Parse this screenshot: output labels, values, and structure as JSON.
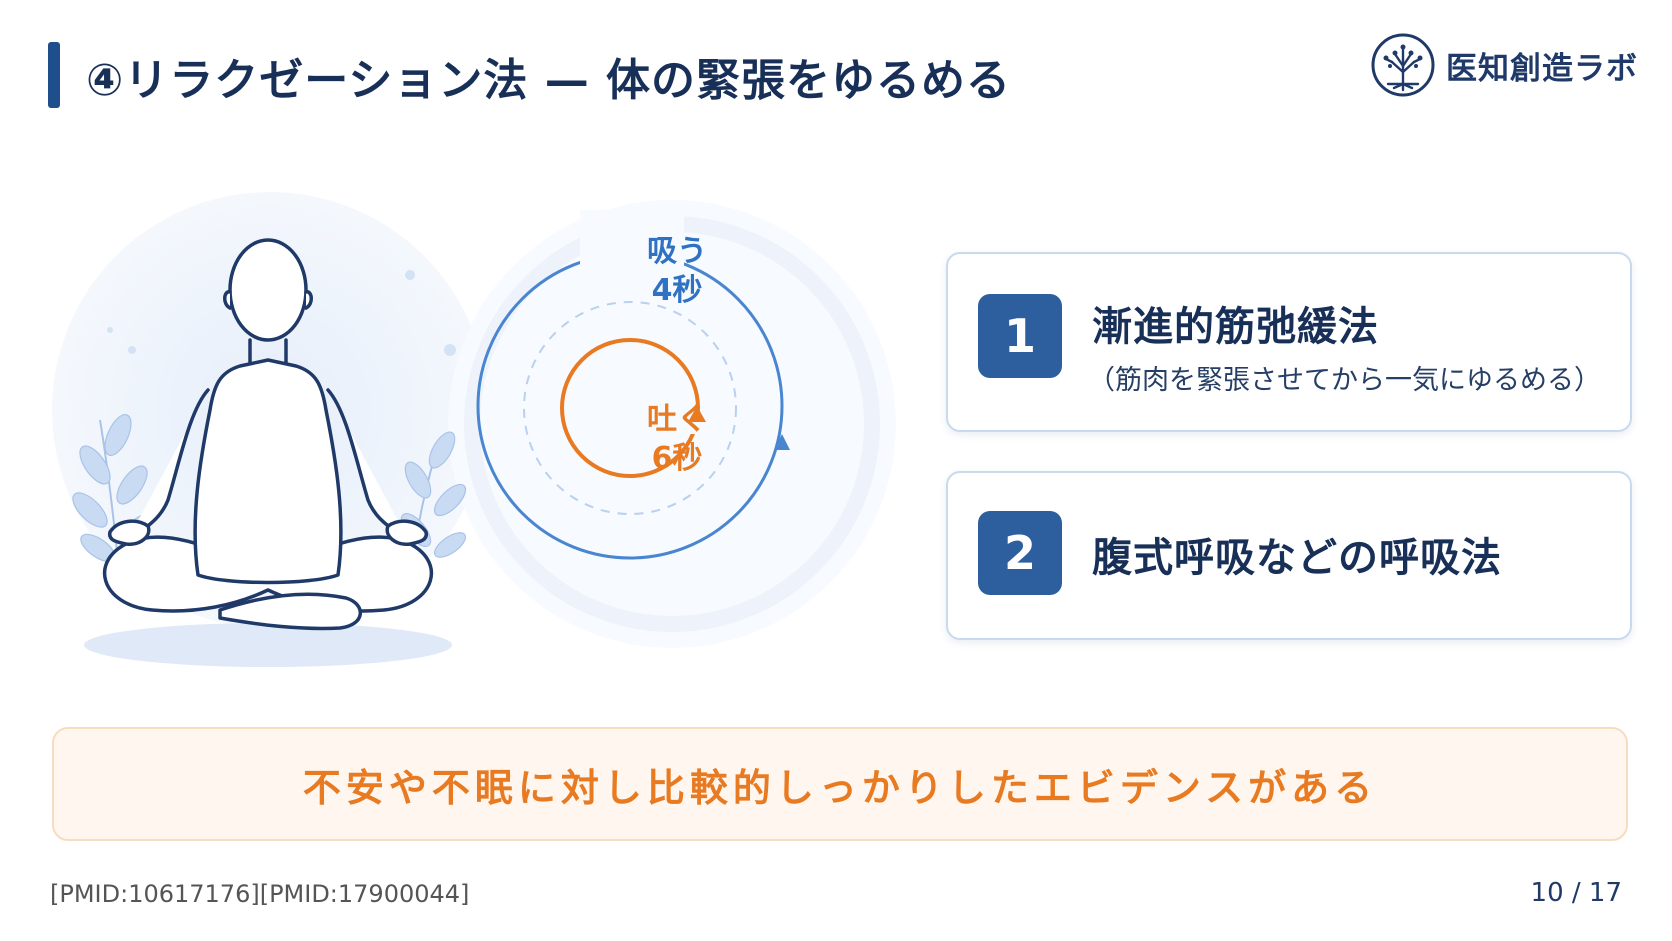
{
  "header": {
    "title": "④リラクゼーション法 — 体の緊張をゆるめる",
    "logo_text": "医知創造ラボ"
  },
  "breathing": {
    "inhale_label": "吸う",
    "inhale_duration": "4秒",
    "exhale_label": "吐く",
    "exhale_duration": "6秒"
  },
  "methods": [
    {
      "number": "1",
      "title": "漸進的筋弛緩法",
      "subtitle": "（筋肉を緊張させてから一気にゆるめる）"
    },
    {
      "number": "2",
      "title": "腹式呼吸などの呼吸法"
    }
  ],
  "evidence": "不安や不眠に対し比較的しっかりしたエビデンスがある",
  "footer": {
    "citation": "[PMID:10617176][PMID:17900044]",
    "page": "10 / 17"
  },
  "colors": {
    "navy": "#1f3a68",
    "accent_blue": "#2f72c4",
    "accent_orange": "#e87a22"
  }
}
